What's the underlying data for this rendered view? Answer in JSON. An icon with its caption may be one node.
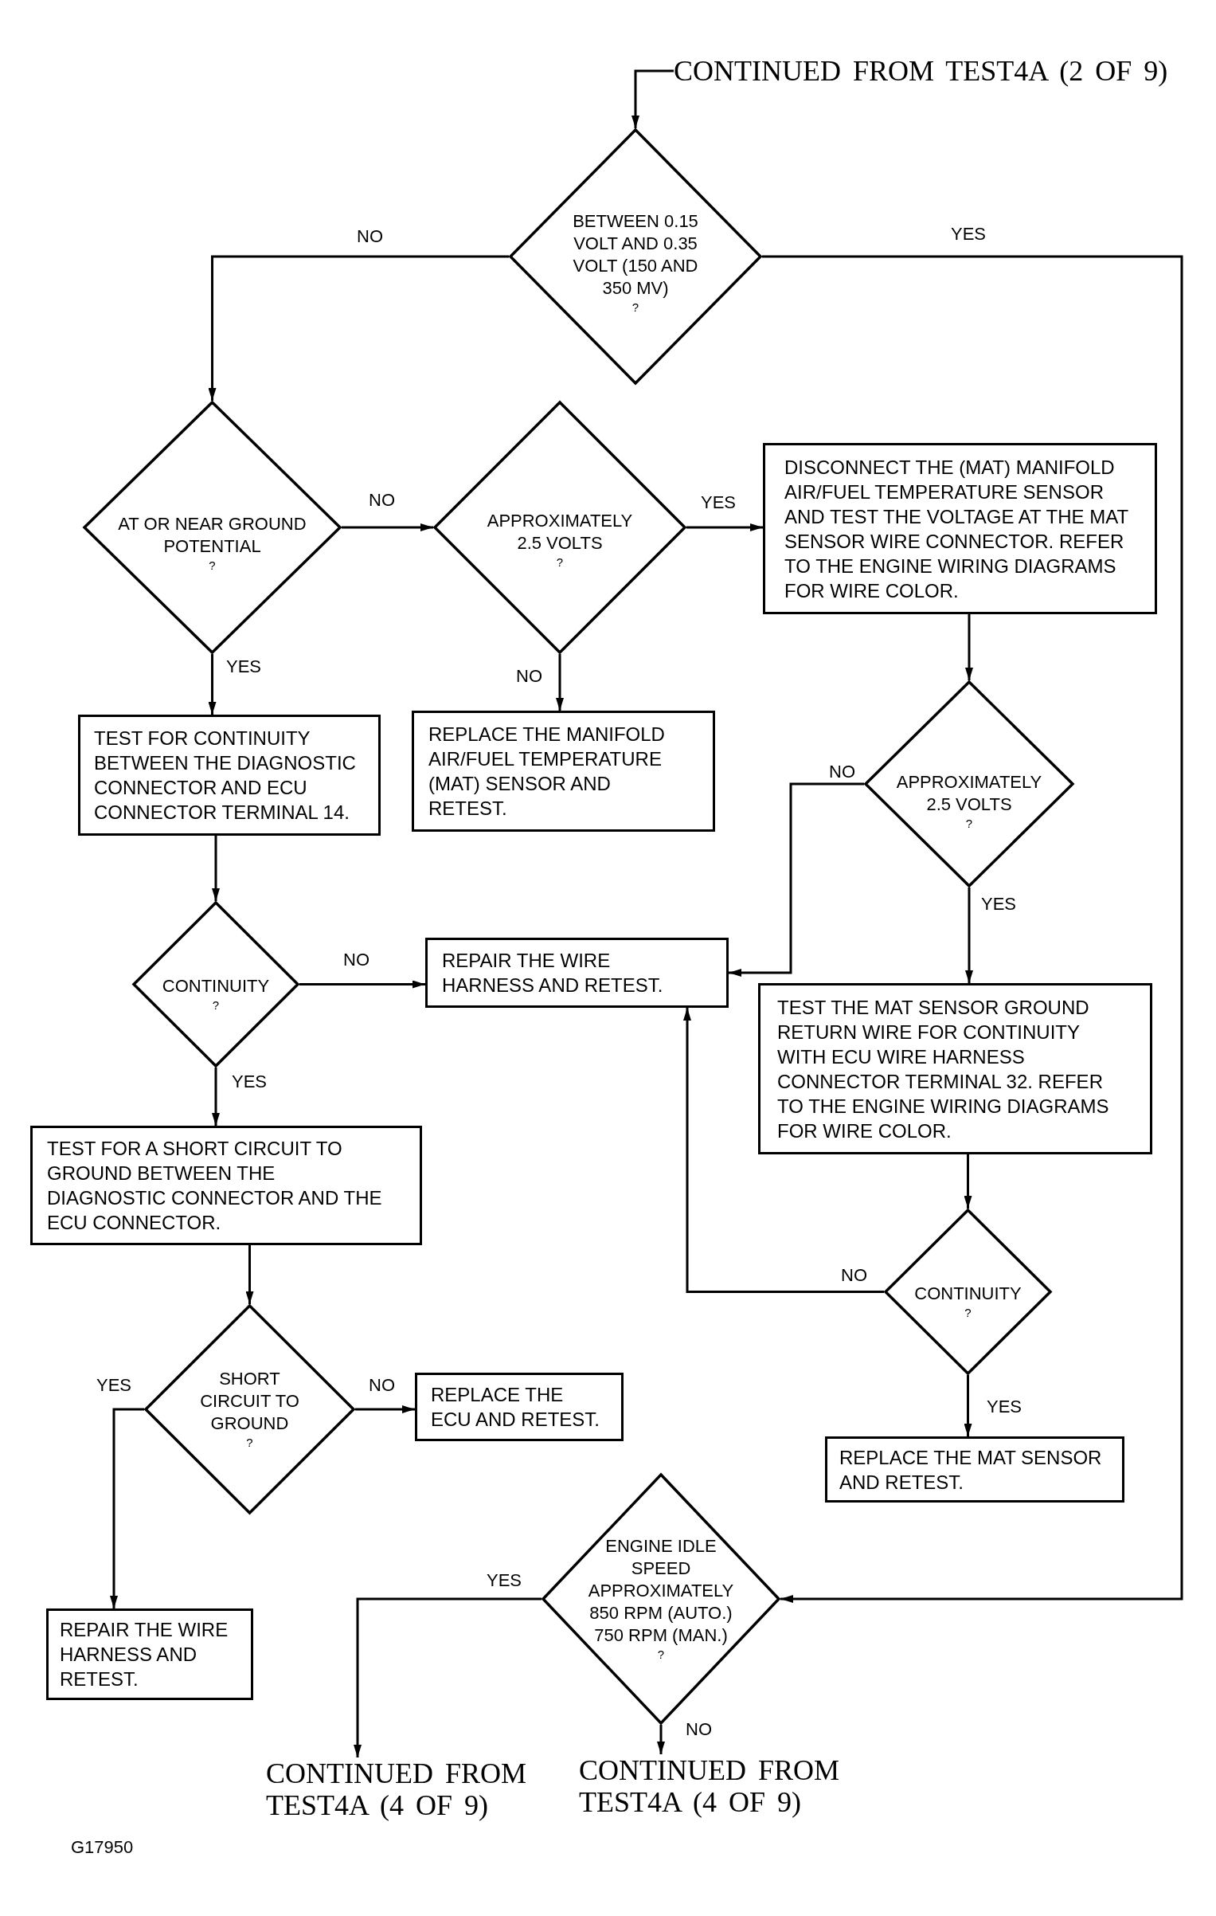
{
  "diagram": {
    "nodes": [
      {
        "text": [
          "CONTINUED FROM TEST4A (2 OF 9)"
        ]
      },
      {
        "text": [
          "BETWEEN 0.15 VOLT AND 0.35 VOLT (150 AND 350 MV)",
          "?"
        ]
      },
      {
        "text": [
          "AT OR NEAR GROUND POTENTIAL",
          "?"
        ]
      },
      {
        "text": [
          "APPROXIMATELY 2.5 VOLTS",
          "?"
        ]
      },
      {
        "text": [
          "DISCONNECT THE (MAT) MANIFOLD AIR/FUEL TEMPERATURE SENSOR AND TEST THE VOLTAGE AT THE MAT SENSOR WIRE CONNECTOR. REFER TO THE ENGINE WIRING DIAGRAMS FOR WIRE COLOR."
        ]
      },
      {
        "text": [
          "TEST FOR CONTINUITY BETWEEN THE DIAGNOSTIC CONNECTOR AND ECU CONNECTOR TERMINAL 14."
        ]
      },
      {
        "text": [
          "REPLACE THE MANIFOLD AIR/FUEL TEMPERATURE (MAT) SENSOR AND RETEST."
        ]
      },
      {
        "text": [
          "APPROXIMATELY 2.5 VOLTS",
          "?"
        ]
      },
      {
        "text": [
          "CONTINUITY",
          "?"
        ]
      },
      {
        "text": [
          "REPAIR THE WIRE HARNESS AND RETEST."
        ]
      },
      {
        "text": [
          "TEST THE MAT SENSOR GROUND RETURN WIRE FOR CONTINUITY WITH ECU WIRE HARNESS CONNECTOR TERMINAL 32. REFER TO THE ENGINE WIRING DIAGRAMS FOR WIRE COLOR."
        ]
      },
      {
        "text": [
          "TEST FOR A SHORT CIRCUIT TO GROUND BETWEEN THE DIAGNOSTIC CONNECTOR AND THE ECU CONNECTOR."
        ]
      },
      {
        "text": [
          "CONTINUITY",
          "?"
        ]
      },
      {
        "text": [
          "SHORT CIRCUIT TO GROUND",
          "?"
        ]
      },
      {
        "text": [
          "REPLACE THE ECU AND RETEST."
        ]
      },
      {
        "text": [
          "REPLACE THE MAT SENSOR AND RETEST."
        ]
      },
      {
        "text": [
          "ENGINE IDLE SPEED APPROXIMATELY 850 RPM (AUTO.) 750 RPM (MAN.)",
          "?"
        ]
      },
      {
        "text": [
          "REPAIR THE WIRE HARNESS AND RETEST."
        ]
      },
      {
        "text": [
          "CONTINUED FROM TEST4A (4 OF 9)"
        ]
      },
      {
        "text": [
          "CONTINUED FROM TEST4A (4 OF 9)"
        ]
      }
    ],
    "edges": [
      {
        "from": 0,
        "to": 1,
        "arrow": "to"
      },
      {
        "from": 1,
        "to": 2,
        "arrow": "to",
        "label": "NO"
      },
      {
        "from": 1,
        "to": 16,
        "arrow": "to",
        "label": "YES"
      },
      {
        "from": 2,
        "to": 3,
        "arrow": "to",
        "label": "NO"
      },
      {
        "from": 3,
        "to": 4,
        "arrow": "to",
        "label": "YES"
      },
      {
        "from": 2,
        "to": 5,
        "arrow": "to",
        "label": "YES"
      },
      {
        "from": 3,
        "to": 6,
        "arrow": "to",
        "label": "NO"
      },
      {
        "from": 4,
        "to": 7,
        "arrow": "to"
      },
      {
        "from": 5,
        "to": 8,
        "arrow": "to"
      },
      {
        "from": 7,
        "to": 9,
        "arrow": "to",
        "label": "NO"
      },
      {
        "from": 7,
        "to": 10,
        "arrow": "to",
        "label": "YES"
      },
      {
        "from": 8,
        "to": 9,
        "arrow": "to",
        "label": "NO"
      },
      {
        "from": 8,
        "to": 11,
        "arrow": "to",
        "label": "YES"
      },
      {
        "from": 10,
        "to": 12,
        "arrow": "to"
      },
      {
        "from": 12,
        "to": 9,
        "arrow": "to",
        "label": "NO"
      },
      {
        "from": 12,
        "to": 15,
        "arrow": "to",
        "label": "YES"
      },
      {
        "from": 11,
        "to": 13,
        "arrow": "to"
      },
      {
        "from": 13,
        "to": 14,
        "arrow": "to",
        "label": "NO"
      },
      {
        "from": 13,
        "to": 17,
        "arrow": "to",
        "label": "YES"
      },
      {
        "from": 16,
        "to": 18,
        "arrow": "to",
        "label": "YES"
      },
      {
        "from": 16,
        "to": 19,
        "arrow": "to",
        "label": "NO"
      }
    ],
    "labels": [
      "G17950"
    ]
  }
}
